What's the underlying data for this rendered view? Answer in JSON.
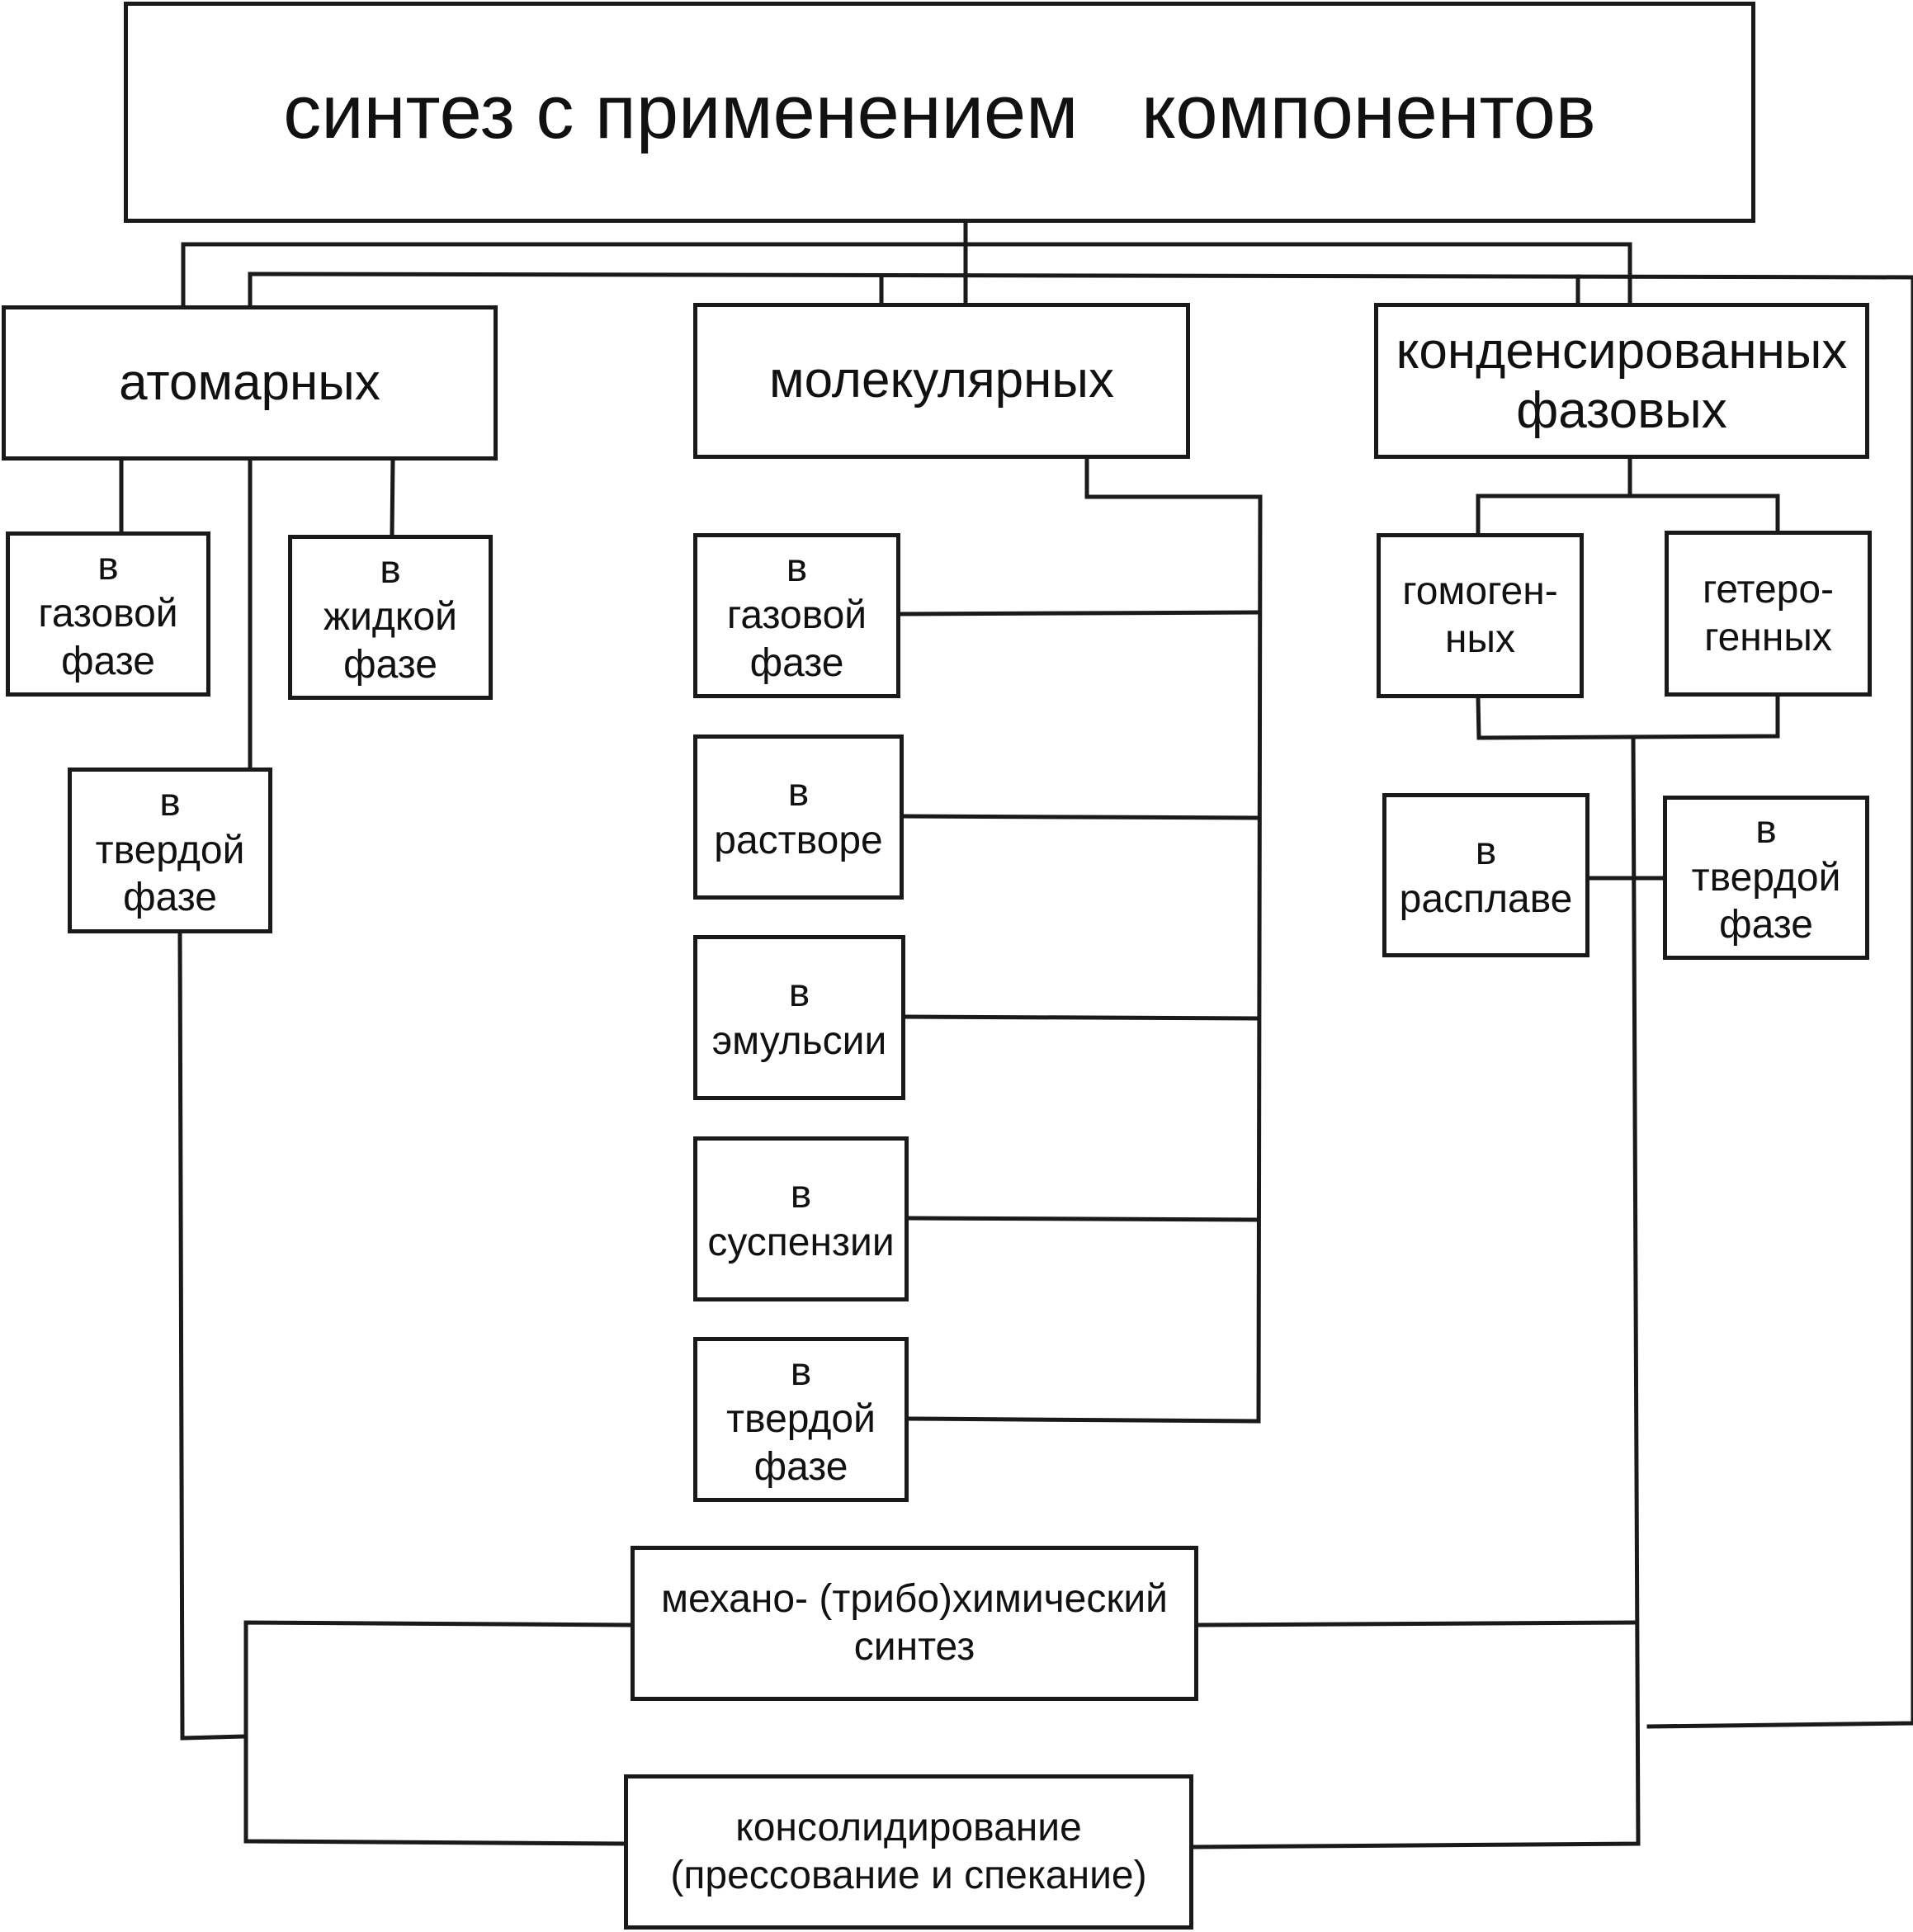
{
  "title": "синтез с применением   компонентов",
  "categories": {
    "atomic": "атомарных",
    "molecular": "молекулярных",
    "condensed": [
      "конденсированных",
      "фазовых"
    ]
  },
  "atomic_children": {
    "gas": [
      "в",
      "газовой",
      "фазе"
    ],
    "liquid": [
      "в",
      "жидкой",
      "фазе"
    ],
    "solid": [
      "в",
      "твердой",
      "фазе"
    ]
  },
  "molecular_children": {
    "gas": [
      "в",
      "газовой",
      "фазе"
    ],
    "solution": [
      "в",
      "растворе"
    ],
    "emulsion": [
      "в",
      "эмульсии"
    ],
    "suspension": [
      "в",
      "суспензии"
    ],
    "solid": [
      "в",
      "твердой",
      "фазе"
    ]
  },
  "condensed_children": {
    "homogeneous": [
      "гомоген-",
      "ных"
    ],
    "heterogeneous": [
      "гетеро-",
      "генных"
    ],
    "melt": [
      "в",
      "расплаве"
    ],
    "solid": [
      "в",
      "твердой",
      "фазе"
    ]
  },
  "bottom": {
    "mechano": [
      "механо- (трибо)химический",
      "синтез"
    ],
    "consolidation": [
      "консолидирование",
      "(прессование и спекание)"
    ]
  },
  "colors": {
    "line": "#1a1a1a",
    "background": "#ffffff",
    "text": "#111111"
  }
}
